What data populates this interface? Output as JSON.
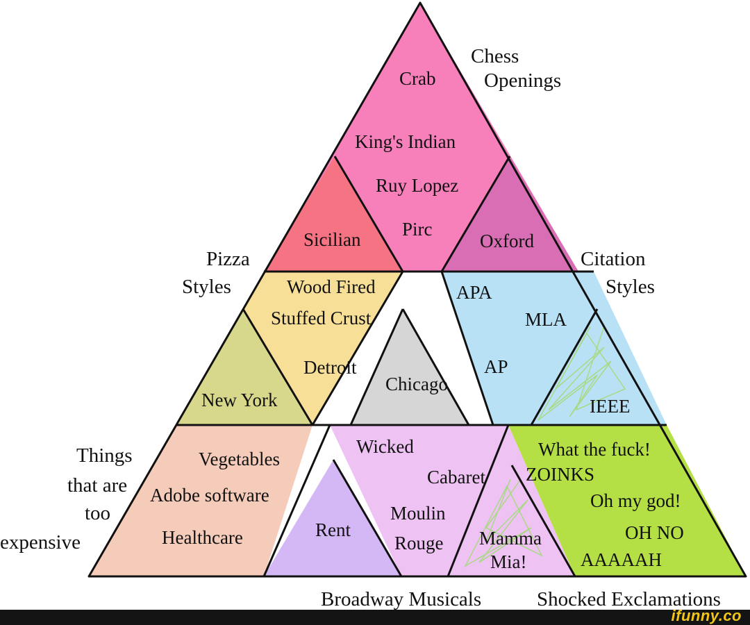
{
  "colors": {
    "chess": "#f77fba",
    "sicilian": "#f57383",
    "oxford": "#d96eb4",
    "pizza": "#f7df98",
    "newyork": "#d8d88c",
    "chicago": "#d6d6d6",
    "citation": "#b8e1f6",
    "ieee": "#b8e1f6",
    "expensive": "#f5cbb9",
    "rent": "#d4b8f5",
    "broadway": "#efc2f4",
    "mamma": "#efc2f4",
    "shocked": "#b5e045",
    "outline": "#111111",
    "scribble": "#a9d985"
  },
  "categories": {
    "chess_1": "Chess",
    "chess_2": "Openings",
    "pizza_1": "Pizza",
    "pizza_2": "Styles",
    "citation_1": "Citation",
    "citation_2": "Styles",
    "expensive_1": "Things",
    "expensive_2": "that are",
    "expensive_3": "too",
    "expensive_4": "expensive",
    "broadway": "Broadway Musicals",
    "shocked": "Shocked Exclamations"
  },
  "items": {
    "crab": "Crab",
    "kings_indian": "King's Indian",
    "ruy_lopez": "Ruy Lopez",
    "pirc": "Pirc",
    "sicilian": "Sicilian",
    "oxford": "Oxford",
    "wood_fired": "Wood Fired",
    "stuffed_crust": "Stuffed Crust",
    "detroit": "Detroit",
    "new_york": "New York",
    "chicago": "Chicago",
    "apa": "APA",
    "mla": "MLA",
    "ap": "AP",
    "ieee": "IEEE",
    "vegetables": "Vegetables",
    "adobe": "Adobe software",
    "healthcare": "Healthcare",
    "rent": "Rent",
    "wicked": "Wicked",
    "cabaret": "Cabaret",
    "moulin": "Moulin",
    "rouge": "Rouge",
    "mamma": "Mamma",
    "mia": "Mia!",
    "wtf": "What the fuck!",
    "zoinks": "ZOINKS",
    "omg": "Oh my god!",
    "oh_no": "OH NO",
    "aaaaah": "AAAAAH"
  },
  "watermark": "ifunny.co"
}
